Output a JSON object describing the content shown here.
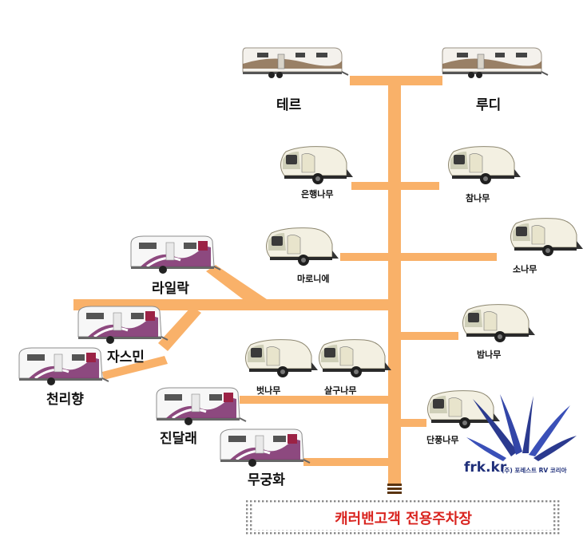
{
  "colors": {
    "road": "#f9b169",
    "accent_red": "#d9241f",
    "brand_blue": "#1f2f7a",
    "trailer_purple": "#7a2a6a"
  },
  "labels": {
    "tere": "테르",
    "rudi": "루디",
    "eunhaengnamu": "은행나무",
    "chamnamu": "참나무",
    "maronie": "마로니에",
    "sonamu": "소나무",
    "rairak": "라일락",
    "bamnamu": "밤나무",
    "jasmin": "자스민",
    "beotnamu": "벗나무",
    "salgunamu": "살구나무",
    "cheollihyang": "천리향",
    "jindallae": "진달래",
    "danpungnamu": "단풍나무",
    "mugunghwa": "무궁화"
  },
  "parking": {
    "label": "캐러밴고객 전용주차장"
  },
  "brand": {
    "domain": "frk.kr",
    "company": "(주) 포레스트 RV 코리아"
  }
}
